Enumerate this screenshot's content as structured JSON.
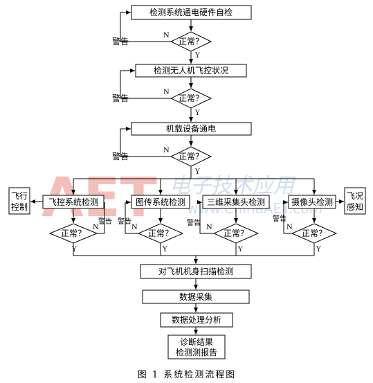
{
  "diagram": {
    "steps": {
      "self_check": "检测系统通电硬件自检",
      "uav_status": "检测无人机飞控状况",
      "power_on": "机载设备通电",
      "fc_check": "飞控系统检测",
      "img_tx_check": "图传系统检测",
      "scan_head_check": "三维采集头检测",
      "camera_check": "摄像头检测",
      "body_scan": "对飞机机身扫描检测",
      "data_collect": "数据采集",
      "data_analysis": "数据处理分析",
      "report_line1": "诊断结果",
      "report_line2": "检测测报告"
    },
    "decision_label": "正常？",
    "yes": "Y",
    "no": "N",
    "warn": "警告",
    "side": {
      "flight_control_l1": "飞行",
      "flight_control_l2": "控制",
      "flight_sense_l1": "飞况",
      "flight_sense_l2": "感知"
    },
    "caption": "图 1   系统检测流程图"
  },
  "watermark": {
    "logo": "AET",
    "cn": "电子技术应用",
    "url": "www.ChinaAET.com"
  }
}
